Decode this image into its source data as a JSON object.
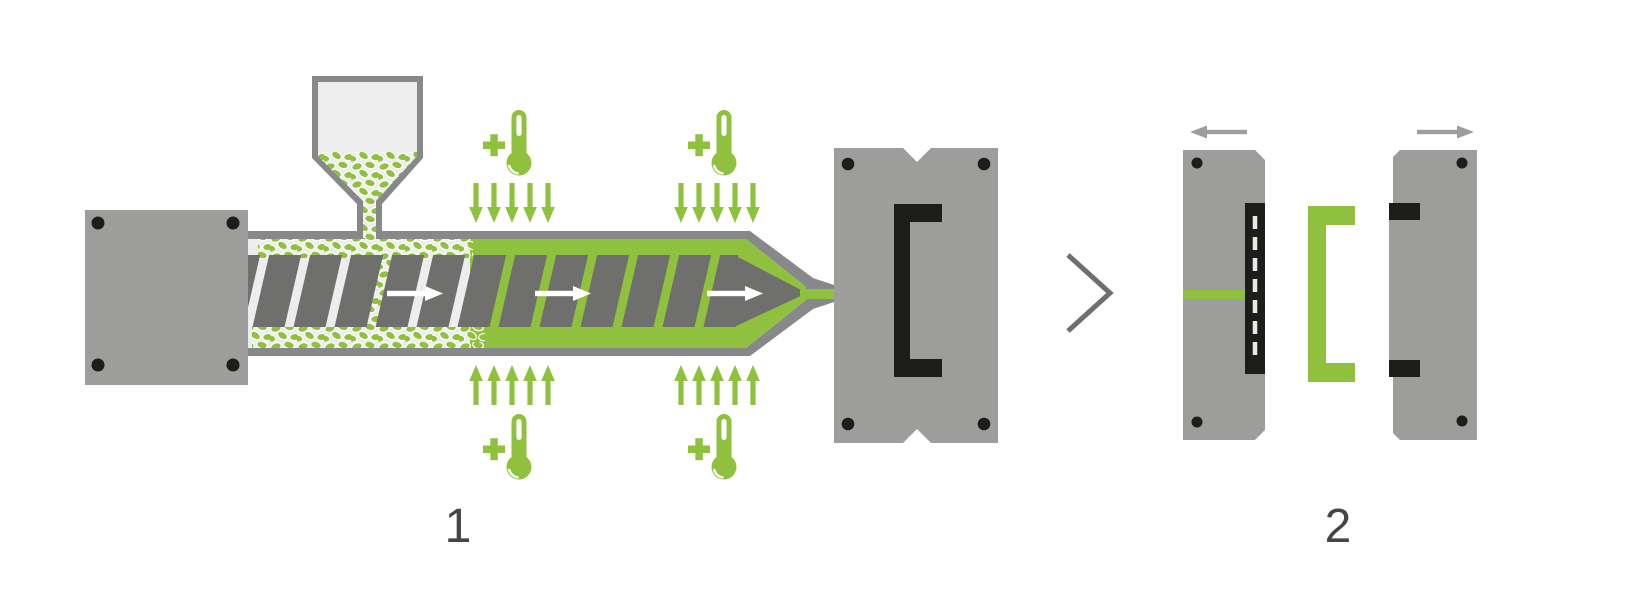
{
  "figure": {
    "description_visible_text_only": true,
    "stages": [
      {
        "label": "1"
      },
      {
        "label": "2"
      }
    ]
  },
  "icons": {
    "thermometer_plus_icon": "thermometer with plus sign (heat applied)",
    "heat_arrow_down_icon": "↓",
    "heat_arrow_up_icon": "↑",
    "melt_flow_arrow_icon": "→",
    "next_step_chevron_icon": "›",
    "mold_open_arrow_left_icon": "←",
    "mold_open_arrow_right_icon": "→"
  },
  "colors": {
    "bg": "#ffffff",
    "green": "#8fc13f",
    "plate": "#9d9d9c",
    "border": "#87888a",
    "light": "#ededed",
    "dark": "#6f6f6e",
    "ink": "#1d1d1b",
    "dash": "#e8e8e8",
    "label": "#454545",
    "white": "#ffffff"
  }
}
